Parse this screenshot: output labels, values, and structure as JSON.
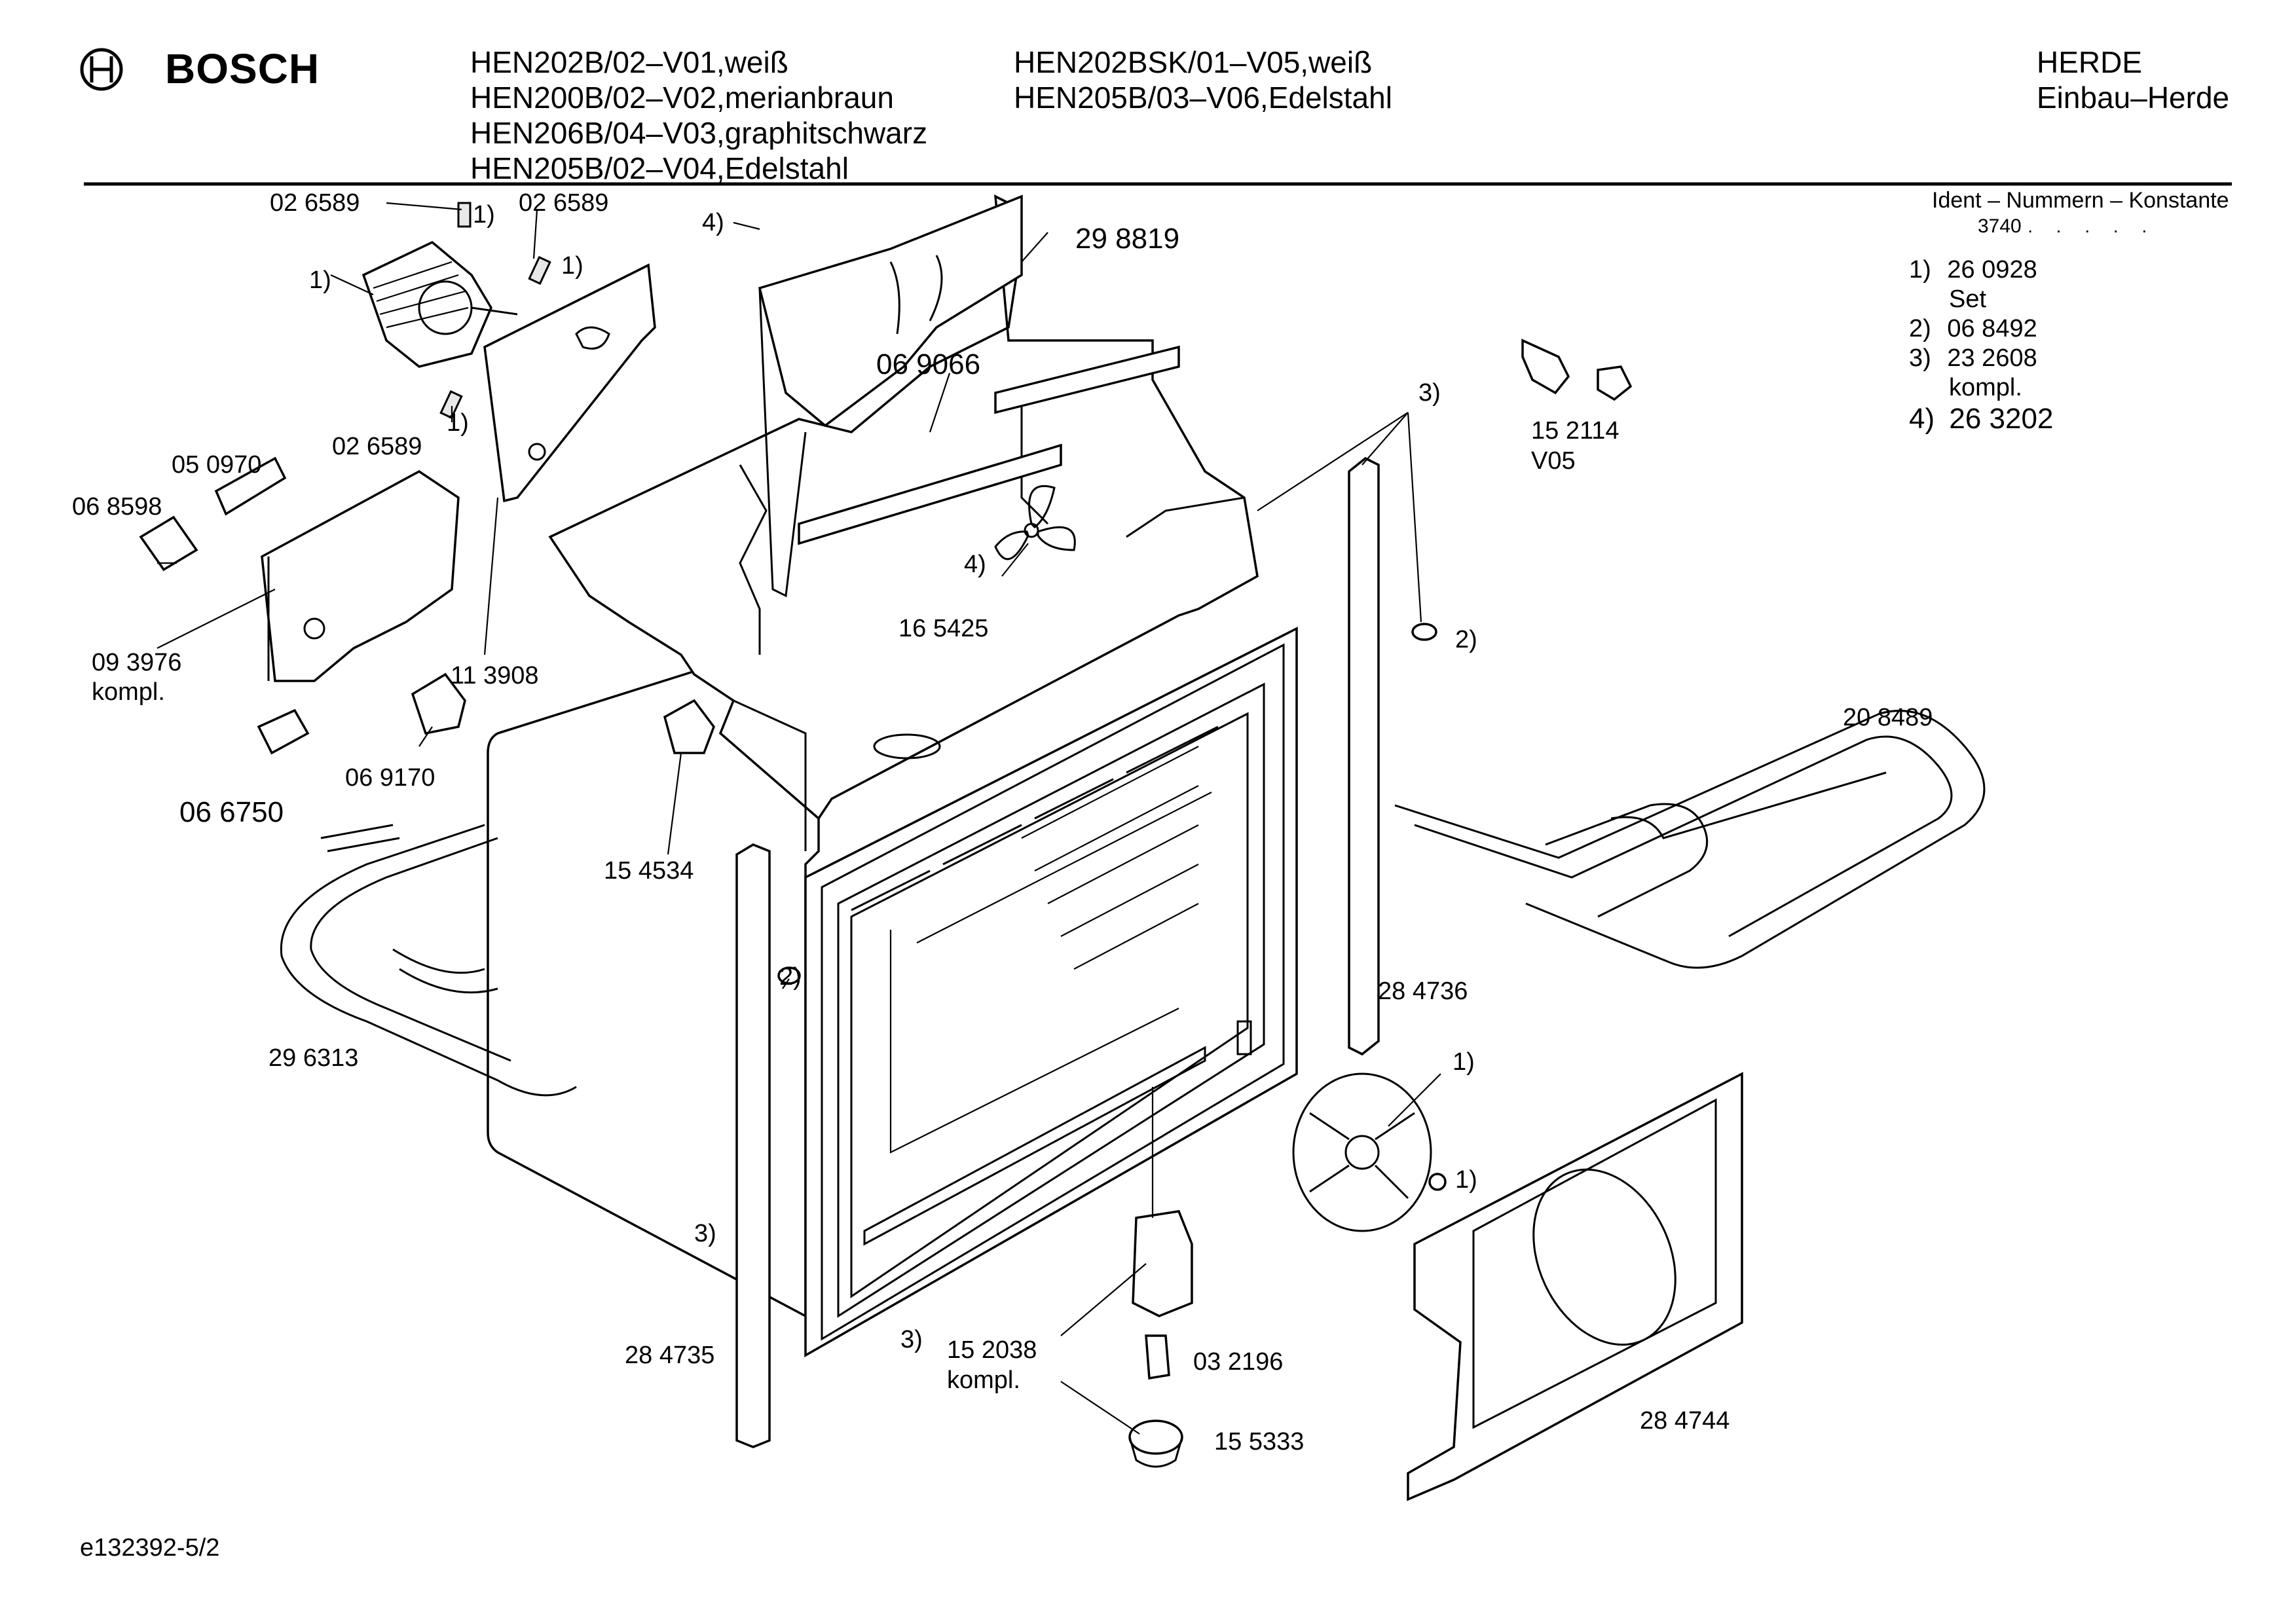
{
  "header": {
    "brand": "BOSCH",
    "models_col1": [
      "HEN202B/02–V01,weiß",
      "HEN200B/02–V02,merianbraun",
      "HEN206B/04–V03,graphitschwarz",
      "HEN205B/02–V04,Edelstahl"
    ],
    "models_col2": [
      "HEN202BSK/01–V05,weiß",
      "HEN205B/03–V06,Edelstahl"
    ],
    "category_line1": "HERDE",
    "category_line2": "Einbau–Herde"
  },
  "ident": {
    "title": "Ident – Nummern – Konstante",
    "constant": "3740",
    "dots": ". . . . ."
  },
  "legend": [
    {
      "key": "1)",
      "number": "26 0928",
      "note": "Set"
    },
    {
      "key": "2)",
      "number": "06 8492",
      "note": ""
    },
    {
      "key": "3)",
      "number": "23 2608",
      "note": "kompl."
    },
    {
      "key": "4)",
      "number": "26 3202",
      "note": ""
    }
  ],
  "labels": {
    "p026589_a": "02 6589",
    "p1_a": "1)",
    "p026589_b": "02 6589",
    "p1_b": "1)",
    "p1_c": "1)",
    "p026589_c": "02 6589",
    "p1_d": "1)",
    "p4_a": "4)",
    "p298819": "29 8819",
    "p069066": "06 9066",
    "p050970": "05 0970",
    "p068598": "06 8598",
    "p093976": "09 3976",
    "kompl_a": "kompl.",
    "p113908": "11 3908",
    "p4_b": "4)",
    "p165425": "16 5425",
    "p3_a": "3)",
    "p152114": "15 2114",
    "v05": "V05",
    "p2_a": "2)",
    "p069170": "06 9170",
    "p066750": "06 6750",
    "p154534": "15 4534",
    "p208489": "20 8489",
    "p296313": "29 6313",
    "p2_b": "2)",
    "p284736": "28 4736",
    "p1_e": "1)",
    "p1_f": "1)",
    "p3_b": "3)",
    "p284735": "28 4735",
    "p3_c": "3)",
    "p152038": "15 2038",
    "kompl_b": "kompl.",
    "p032196": "03 2196",
    "p155333": "15 5333",
    "p284744": "28 4744"
  },
  "footer": {
    "drawing_id": "e132392-5/2"
  }
}
